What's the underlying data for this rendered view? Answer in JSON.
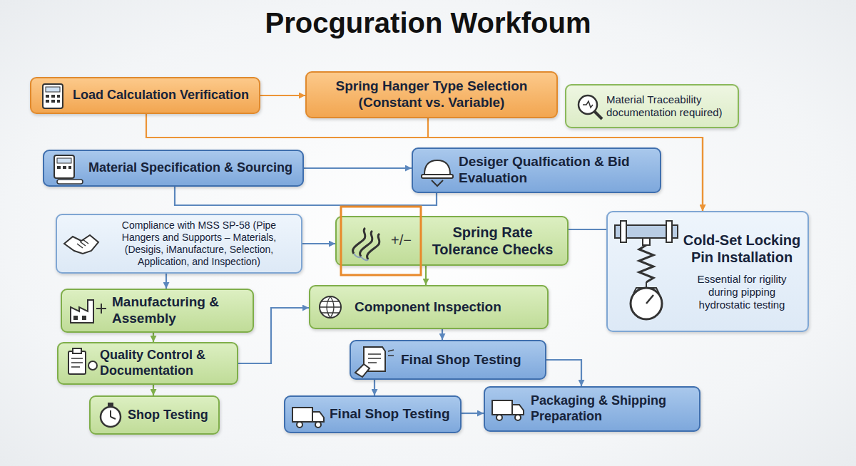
{
  "diagram": {
    "title": "Procguration Workfoum",
    "nodes": [
      {
        "text": [
          "Load Calculation Verification"
        ]
      },
      {
        "text": [
          "Spring Hanger Type Selection (Constant vs. Variable)"
        ]
      },
      {
        "text": [
          "Material Traceability documentation required)"
        ]
      },
      {
        "text": [
          "Material Specification & Sourcing"
        ]
      },
      {
        "text": [
          "Desiger Qualfication & Bid Evaluation"
        ]
      },
      {
        "text": [
          "Compliance with MSS SP-58 (Pipe Hangers and Supports – Materials, (Desigis, iManufacture, Selection, Application, and Inspection)"
        ]
      },
      {
        "text": [
          "Spring Rate Tolerance Checks"
        ]
      },
      {
        "text": [
          "Cold-Set Locking Pin Installation",
          "Essential for rigility during pipping hydrostatic testing"
        ]
      },
      {
        "text": [
          "Manufacturing & Assembly"
        ]
      },
      {
        "text": [
          "Component Inspection"
        ]
      },
      {
        "text": [
          "Quality Control & Documentation"
        ]
      },
      {
        "text": [
          "Final Shop Testing"
        ]
      },
      {
        "text": [
          "Shop Testing"
        ]
      },
      {
        "text": [
          "Final Shop Testing"
        ]
      },
      {
        "text": [
          "Packaging & Shipping Preparation"
        ]
      }
    ],
    "edges": [
      {
        "from": 0,
        "to": 1,
        "arrow": "to"
      },
      {
        "from": 0,
        "to": 7,
        "arrow": "to"
      },
      {
        "from": 1,
        "to": 7,
        "arrow": "to"
      },
      {
        "from": 3,
        "to": 4,
        "arrow": "to"
      },
      {
        "from": 3,
        "to": 4,
        "arrow": "none"
      },
      {
        "from": 5,
        "to": 6,
        "arrow": "to"
      },
      {
        "from": 5,
        "to": 8,
        "arrow": "to"
      },
      {
        "from": 6,
        "to": 9,
        "arrow": "to"
      },
      {
        "from": 6,
        "to": 7,
        "arrow": "none"
      },
      {
        "from": 8,
        "to": 10,
        "arrow": "to"
      },
      {
        "from": 10,
        "to": 9,
        "arrow": "to"
      },
      {
        "from": 10,
        "to": 12,
        "arrow": "to"
      },
      {
        "from": 9,
        "to": 11,
        "arrow": "to"
      },
      {
        "from": 11,
        "to": 13,
        "arrow": "to"
      },
      {
        "from": 11,
        "to": 14,
        "arrow": "to"
      },
      {
        "from": 13,
        "to": 14,
        "arrow": "to"
      }
    ]
  }
}
